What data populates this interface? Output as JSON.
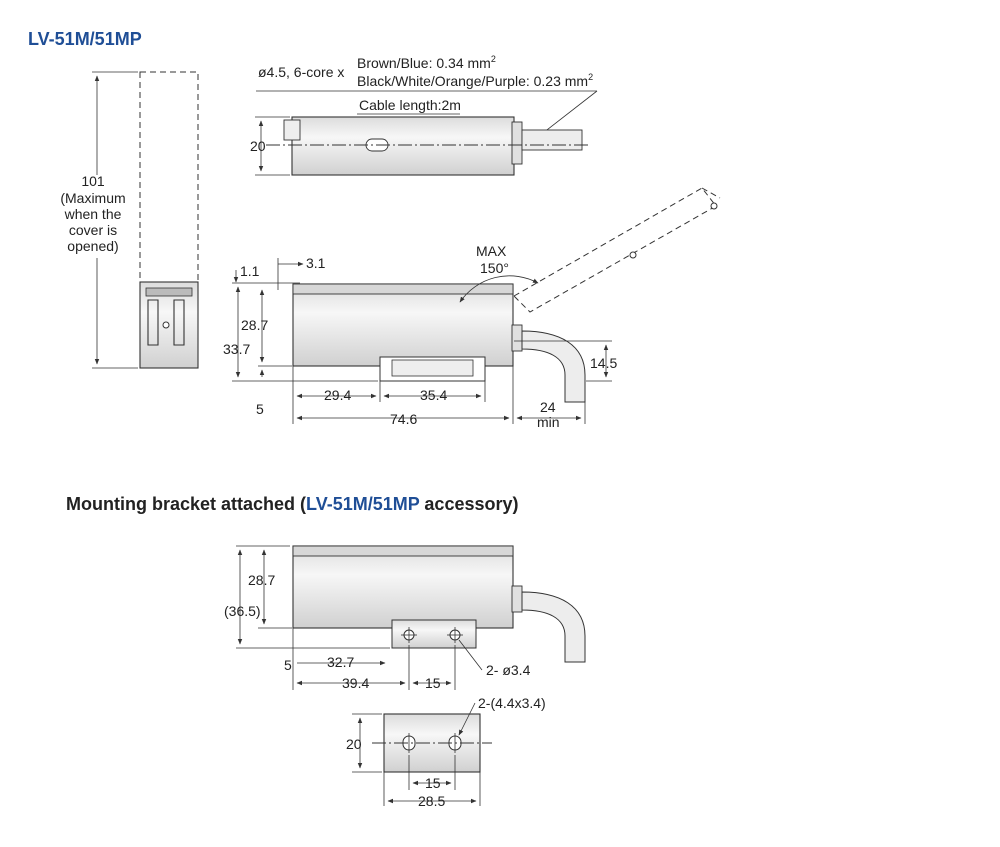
{
  "title": "LV-51M/51MP",
  "cable": {
    "spec": "ø4.5, 6-core x",
    "line1": "Brown/Blue: 0.34 mm",
    "line2": "Black/White/Orange/Purple: 0.23 mm",
    "superscript": "2",
    "length": "Cable length:2m"
  },
  "front_view": {
    "height_value": "101",
    "note_lines": [
      "(Maximum",
      "when the",
      "cover is",
      "opened)"
    ]
  },
  "top_view": {
    "width": "20"
  },
  "side_view": {
    "cover_angle_label": "MAX",
    "cover_angle_value": "150°",
    "d_1_1": "1.1",
    "d_3_1": "3.1",
    "d_28_7": "28.7",
    "d_33_7": "33.7",
    "d_5": "5",
    "d_29_4": "29.4",
    "d_35_4": "35.4",
    "d_74_6": "74.6",
    "d_14_5": "14.5",
    "d_24": "24",
    "d_min": "min"
  },
  "bracket_section": {
    "heading_prefix": "Mounting bracket attached (",
    "heading_model": "LV-51M/51MP",
    "heading_suffix": " accessory)",
    "d_28_7": "28.7",
    "d_36_5": "(36.5)",
    "d_5": "5",
    "d_32_7": "32.7",
    "d_39_4": "39.4",
    "d_15": "15",
    "hole_label": "2- ø3.4",
    "slot_label": "2-(4.4x3.4)",
    "b_20": "20",
    "b_15": "15",
    "b_28_5": "28.5"
  },
  "colors": {
    "title_blue": "#1f4e96",
    "body_light": "#f2f2f2",
    "body_dark": "#c9c9c9",
    "line": "#333333"
  }
}
